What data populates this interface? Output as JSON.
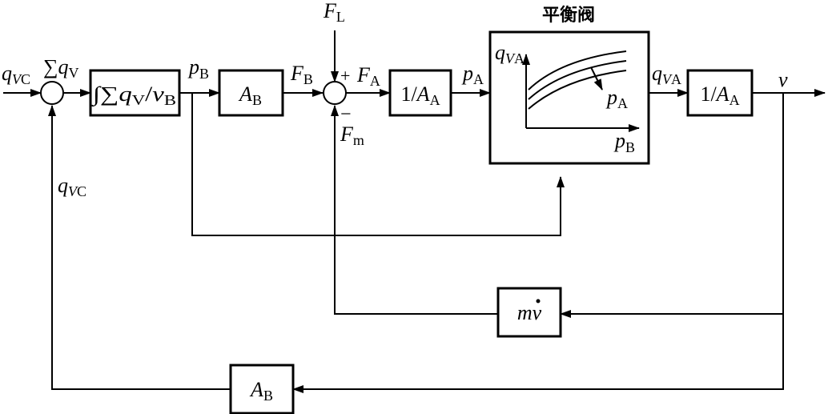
{
  "labels": {
    "input_q": "q",
    "input_q_sub1": "V",
    "input_q_sub2": "C",
    "sum_q_sym": "∑",
    "sum_q_var": "q",
    "sum_q_sub": "V",
    "pB_var": "p",
    "pB_sub": "B",
    "FB_var": "F",
    "FB_sub": "B",
    "FL_var": "F",
    "FL_sub": "L",
    "plus_sign": "+",
    "FA_var": "F",
    "FA_sub": "A",
    "minus_sign": "−",
    "Fm_var": "F",
    "Fm_sub": "m",
    "pA_var": "p",
    "pA_sub": "A",
    "qVA_var": "q",
    "qVA_sub1": "V",
    "qVA_sub2": "A",
    "v_var": "v",
    "feedback_q": "q",
    "feedback_q_sub1": "V",
    "feedback_q_sub2": "C"
  },
  "blocks": {
    "integrator": {
      "prefix": "∫∑",
      "q": "q",
      "q_sub": "V",
      "slash": "/",
      "v": "v",
      "v_sub": "B"
    },
    "AB_forward": {
      "var": "A",
      "sub": "B"
    },
    "inv_AA_1": {
      "num": "1/",
      "var": "A",
      "sub": "A"
    },
    "valve": {
      "title": "平衡阀",
      "y_var": "q",
      "y_sub1": "V",
      "y_sub2": "A",
      "x_var": "p",
      "x_sub": "B",
      "curve_var": "p",
      "curve_sub": "A"
    },
    "inv_AA_2": {
      "num": "1/",
      "var": "A",
      "sub": "A"
    },
    "mass": {
      "m": "m",
      "v": "v"
    },
    "AB_feedback": {
      "var": "A",
      "sub": "B"
    }
  }
}
